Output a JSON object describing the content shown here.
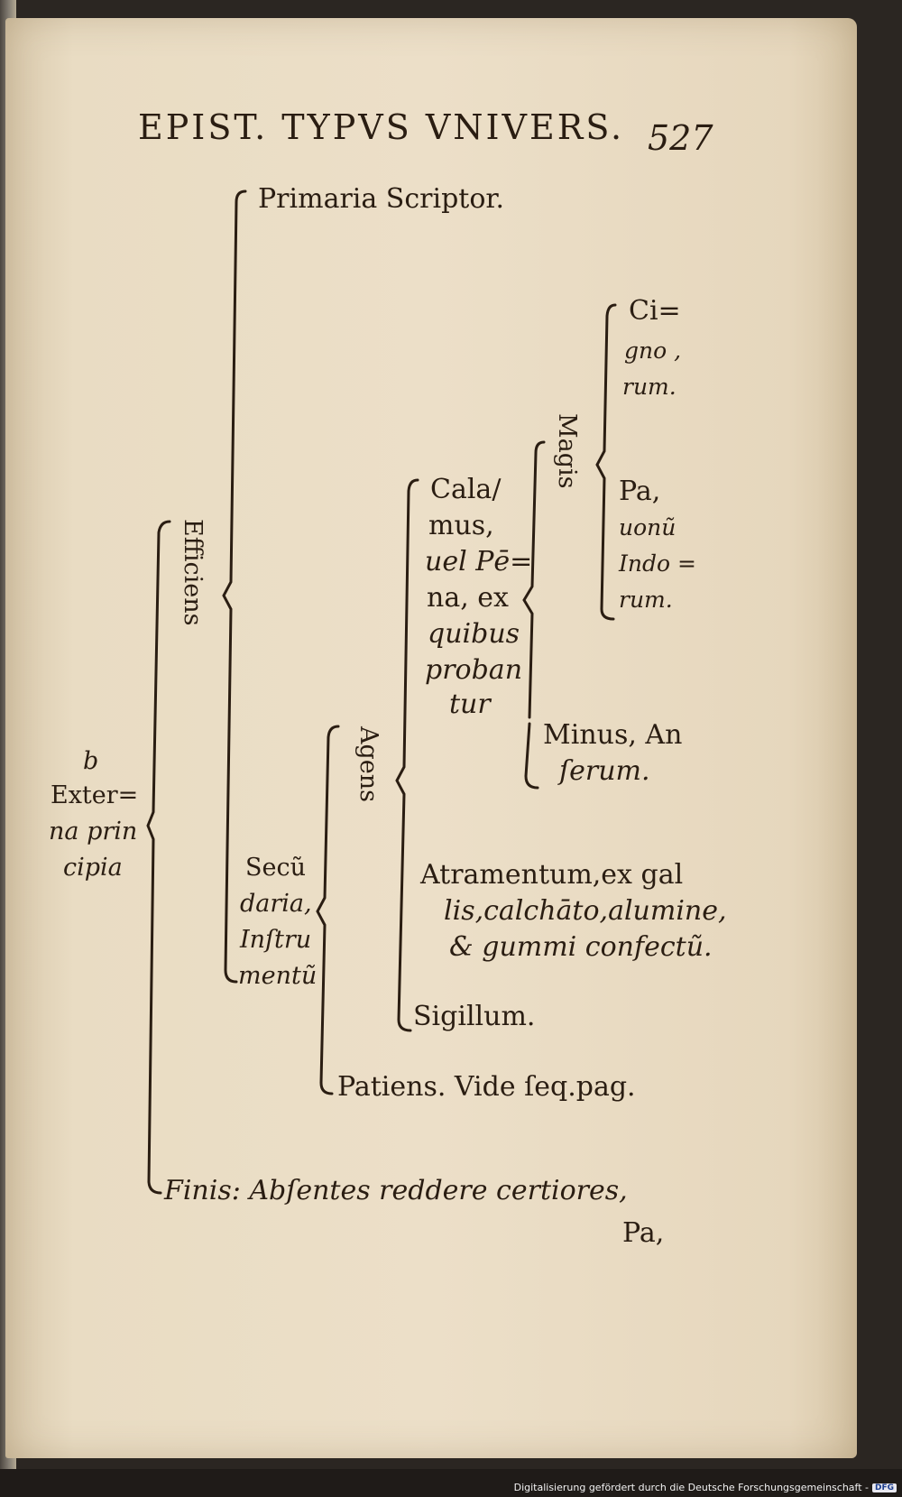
{
  "header": {
    "running_title": "EPIST. TYPVS VNIVERS.",
    "page_number": "527"
  },
  "tree": {
    "root": [
      "b",
      "Exter=",
      "na prin",
      "cipia"
    ],
    "efficiens": "Efficiens",
    "primaria": "Primaria Scriptor.",
    "secundaria": [
      "Secũ",
      "daria,",
      "Inſtru",
      "mentũ"
    ],
    "agens": "Agens",
    "calamus": [
      "Cala/",
      "mus,",
      "uel Pē=",
      "na, ex",
      "quibus",
      "proban",
      "tur"
    ],
    "magis": "Magis",
    "cignorum": [
      "Ci=",
      "gno ,",
      "rum."
    ],
    "pauonum": [
      "Pa,",
      "uonũ",
      "Indo =",
      "rum."
    ],
    "minus": [
      "Minus, An",
      "ſerum."
    ],
    "atramentum": [
      "Atramentum,ex gal",
      "lis,calchāto,alumine,",
      "& gummi confectũ."
    ],
    "sigillum": "Sigillum.",
    "patiens": "Patiens. Vide ſeq.pag.",
    "finis": "Finis: Abſentes reddere certiores,"
  },
  "catchword": "Pa,",
  "footer": {
    "credit": "Digitalisierung gefördert durch die Deutsche Forschungsgemeinschaft -",
    "badge": "DFG"
  }
}
